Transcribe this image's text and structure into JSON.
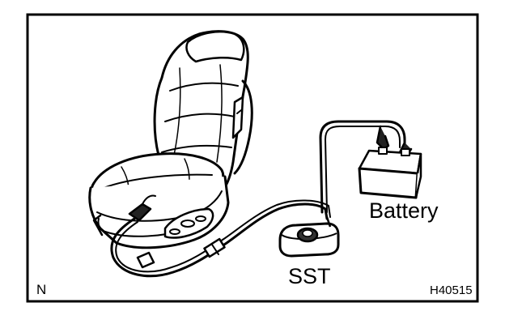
{
  "labels": {
    "battery": "Battery",
    "sst": "SST",
    "corner_mark": "N",
    "figure_code": "H40515"
  }
}
